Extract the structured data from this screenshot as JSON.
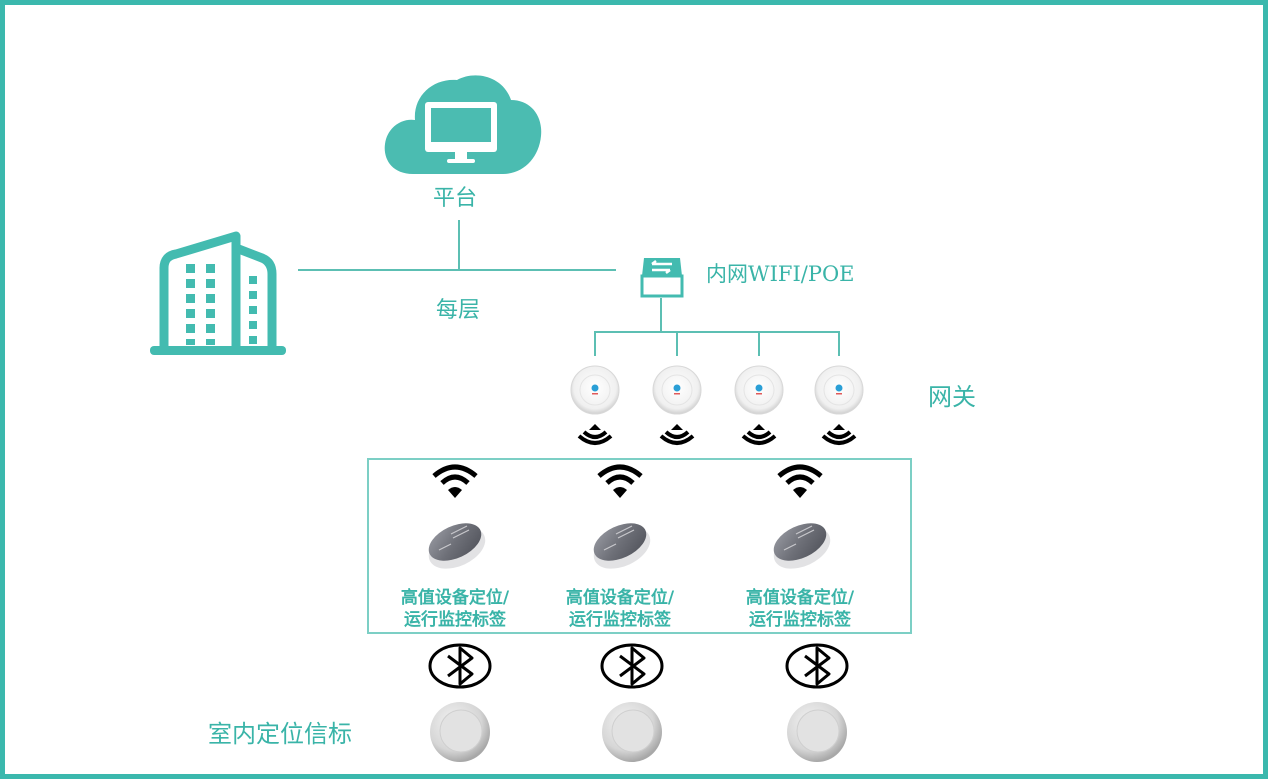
{
  "diagram": {
    "accent_color": "#3bb8ad",
    "nodes": {
      "platform": {
        "label": "平台",
        "icon": "cloud-monitor-icon"
      },
      "building": {
        "icon": "building-icon"
      },
      "floor": {
        "label": "每层"
      },
      "switch": {
        "label": "内网WIFI/POE",
        "icon": "network-switch-icon"
      },
      "gateways": {
        "label": "网关",
        "count": 4,
        "icon": "gateway-device-icon",
        "signal_icon": "broadcast-signal-icon"
      },
      "tags": {
        "items": [
          {
            "line1": "高值设备定位/",
            "line2": "运行监控标签"
          },
          {
            "line1": "高值设备定位/",
            "line2": "运行监控标签"
          },
          {
            "line1": "高值设备定位/",
            "line2": "运行监控标签"
          }
        ],
        "signal_icon": "wifi-icon"
      },
      "beacons": {
        "label": "室内定位信标",
        "count": 3,
        "icon": "beacon-device-icon",
        "link_icon": "bluetooth-icon"
      }
    }
  }
}
